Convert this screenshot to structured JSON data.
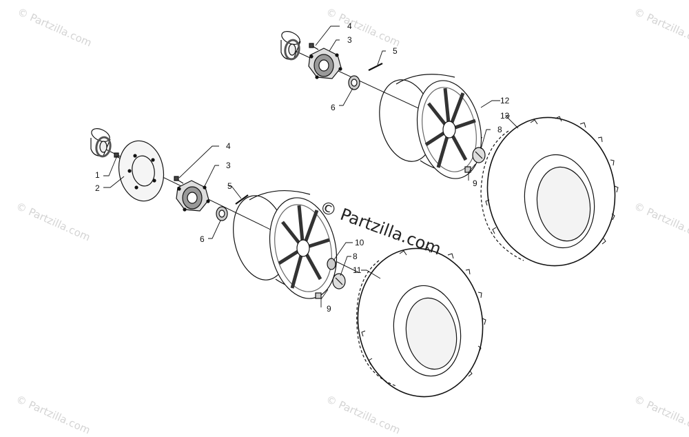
{
  "watermark": {
    "tile_text": "© Partzilla.com",
    "center_text": "© Partzilla.com"
  },
  "callouts": {
    "c1": "1",
    "c2": "2",
    "c3a": "3",
    "c3b": "3",
    "c4a": "4",
    "c4b": "4",
    "c5a": "5",
    "c5b": "5",
    "c6a": "6",
    "c6b": "6",
    "c8a": "8",
    "c8b": "8",
    "c9a": "9",
    "c9b": "9",
    "c10": "10",
    "c11": "11",
    "c12": "12",
    "c13": "13"
  },
  "colors": {
    "line": "#111111",
    "watermark": "#d4d4d4",
    "background": "#ffffff"
  }
}
